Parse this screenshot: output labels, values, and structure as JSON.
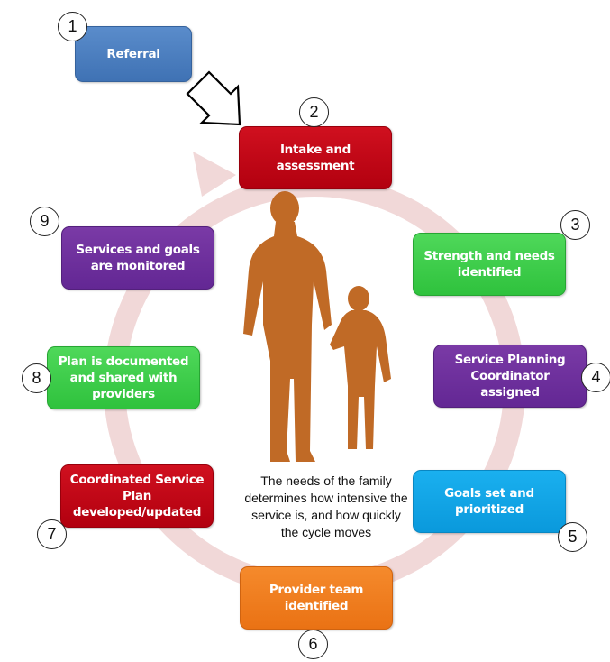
{
  "colors": {
    "ring": "#f1d8d8",
    "silhouette": "#c06a26",
    "blue": "#4a7fc1",
    "red": "#c00616",
    "green": "#3ccd48",
    "purple": "#6c2f9b",
    "cyan": "#12a5e6",
    "orange": "#ef7d1f"
  },
  "icons": {
    "arrow": "hollow-down-right-arrow-icon",
    "figures": "adult-and-child-silhouette-icon"
  },
  "steps": [
    {
      "number": "1",
      "label": "Referral",
      "color": "blue"
    },
    {
      "number": "2",
      "label": "Intake and\nassessment",
      "color": "red"
    },
    {
      "number": "3",
      "label": "Strength and needs\nidentified",
      "color": "green"
    },
    {
      "number": "4",
      "label": "Service Planning\nCoordinator\nassigned",
      "color": "purple"
    },
    {
      "number": "5",
      "label": "Goals set and\nprioritized",
      "color": "cyan"
    },
    {
      "number": "6",
      "label": "Provider team\nidentified",
      "color": "orange"
    },
    {
      "number": "7",
      "label": "Coordinated Service\nPlan\ndeveloped/updated",
      "color": "red"
    },
    {
      "number": "8",
      "label": "Plan is documented\nand shared with\nproviders",
      "color": "green"
    },
    {
      "number": "9",
      "label": "Services and goals\nare monitored",
      "color": "purple"
    }
  ],
  "caption": "The needs of the family\ndetermines how intensive the\nservice is, and how quickly\nthe cycle moves"
}
